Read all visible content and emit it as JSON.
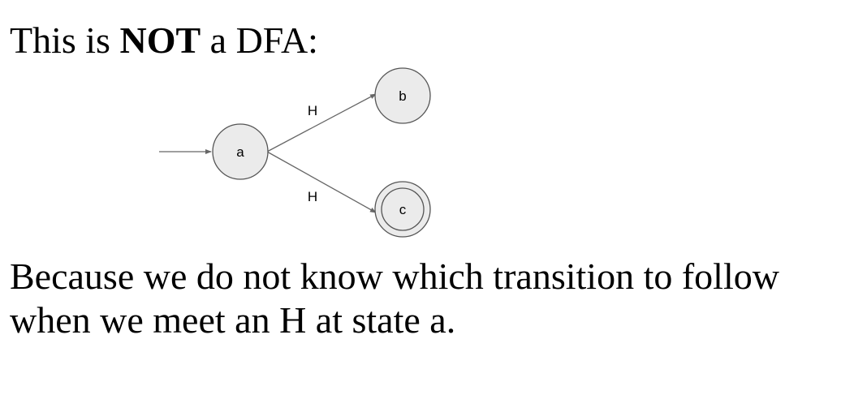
{
  "heading": {
    "prefix": "This is",
    "emphasis": "NOT",
    "suffix": "a DFA:"
  },
  "diagram": {
    "states": [
      {
        "label": "a",
        "start": true,
        "accepting": false
      },
      {
        "label": "b",
        "start": false,
        "accepting": false
      },
      {
        "label": "c",
        "start": false,
        "accepting": true
      }
    ],
    "transitions": [
      {
        "from": "a",
        "to": "b",
        "symbol": "H"
      },
      {
        "from": "a",
        "to": "c",
        "symbol": "H"
      }
    ],
    "colors": {
      "node_fill": "#ebebeb",
      "node_stroke": "#555555",
      "edge": "#666666"
    }
  },
  "explanation": {
    "line1": "Because we do not know which transition to follow",
    "line2": "when we meet an H at state a."
  }
}
